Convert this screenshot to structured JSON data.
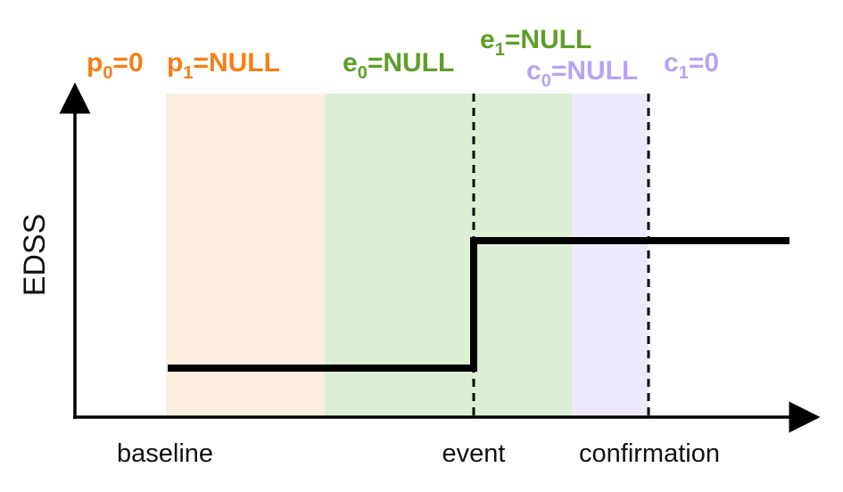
{
  "colors": {
    "orange": "#f57f17",
    "green": "#5f9e2a",
    "purple": "#b9a2f2",
    "orange_band": "#fdeee2",
    "green_band": "#dcefd4",
    "purple_band": "#eeeafb",
    "line": "#000000"
  },
  "y_axis_label": "EDSS",
  "x_axis_labels": {
    "baseline": "baseline",
    "event": "event",
    "confirmation": "confirmation"
  },
  "params": {
    "p0": {
      "base": "p",
      "sub": "0",
      "rest": "=0"
    },
    "p1": {
      "base": "p",
      "sub": "1",
      "rest": "=NULL"
    },
    "e0": {
      "base": "e",
      "sub": "0",
      "rest": "=NULL"
    },
    "e1": {
      "base": "e",
      "sub": "1",
      "rest": "=NULL"
    },
    "c0": {
      "base": "c",
      "sub": "0",
      "rest": "=NULL"
    },
    "c1": {
      "base": "c",
      "sub": "1",
      "rest": "=0"
    }
  }
}
